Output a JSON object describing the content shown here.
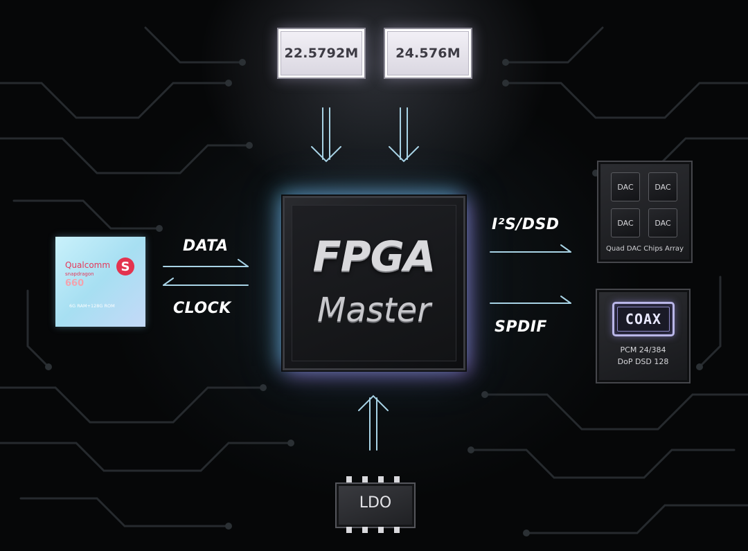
{
  "oscillators": [
    "22.5792M",
    "24.576M"
  ],
  "fpga": {
    "title": "FPGA",
    "subtitle": "Master"
  },
  "soc": {
    "brand": "Qualcomm",
    "line": "snapdragon",
    "model": "660",
    "memory": "6G RAM+128G ROM",
    "logo_icon": "snapdragon-logo-icon"
  },
  "links": {
    "data": "DATA",
    "clock": "CLOCK",
    "i2s": "I²S/DSD",
    "spdif": "SPDIF"
  },
  "dac_array": {
    "chips": [
      "DAC",
      "DAC",
      "DAC",
      "DAC"
    ],
    "caption": "Quad DAC Chips Array"
  },
  "coax": {
    "badge": "COAX",
    "line1": "PCM 24/384",
    "line2": "DoP DSD 128"
  },
  "ldo": {
    "label": "LDO"
  },
  "colors": {
    "background": "#060708",
    "arrow": "#a9d4e6",
    "glow_cyan": "#5ac8e6",
    "glow_violet": "#aa6ee6"
  }
}
